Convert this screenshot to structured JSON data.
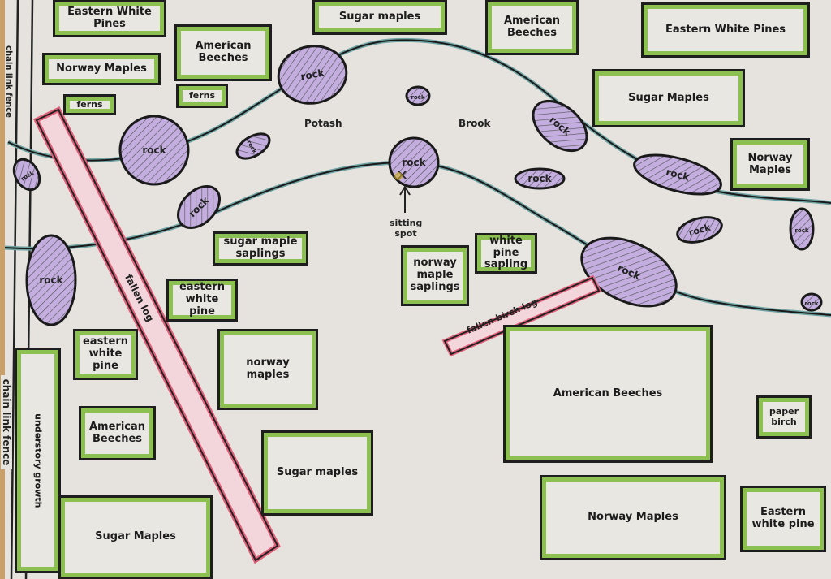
{
  "map": {
    "brook": {
      "word1": "Potash",
      "word2": "Brook"
    },
    "fence_top": "chain link fence",
    "fence_bottom": "chain link fence",
    "sitting_spot": "sitting spot",
    "fallen_log": "fallen log",
    "fallen_birch_log": "fallen birch log",
    "plots": [
      {
        "label": "Eastern White Pines"
      },
      {
        "label": "Sugar maples"
      },
      {
        "label": "American Beeches"
      },
      {
        "label": "Eastern White Pines"
      },
      {
        "label": "American Beeches"
      },
      {
        "label": "Norway Maples"
      },
      {
        "label": "ferns"
      },
      {
        "label": "ferns"
      },
      {
        "label": "Sugar Maples"
      },
      {
        "label": "Norway Maples"
      },
      {
        "label": "sugar maple saplings"
      },
      {
        "label": "norway maple saplings"
      },
      {
        "label": "white pine sapling"
      },
      {
        "label": "eastern white pine"
      },
      {
        "label": "eastern white pine"
      },
      {
        "label": "norway maples"
      },
      {
        "label": "understory growth"
      },
      {
        "label": "American Beeches"
      },
      {
        "label": "Sugar maples"
      },
      {
        "label": "Sugar Maples"
      },
      {
        "label": "American Beeches"
      },
      {
        "label": "paper birch"
      },
      {
        "label": "Norway Maples"
      },
      {
        "label": "Eastern white pine"
      }
    ],
    "rock_label": "rock",
    "colors": {
      "plot_border": "#8cc152",
      "rock": "#b79bd6",
      "log": "#e0607a",
      "brook": "#6fa3a3"
    }
  }
}
